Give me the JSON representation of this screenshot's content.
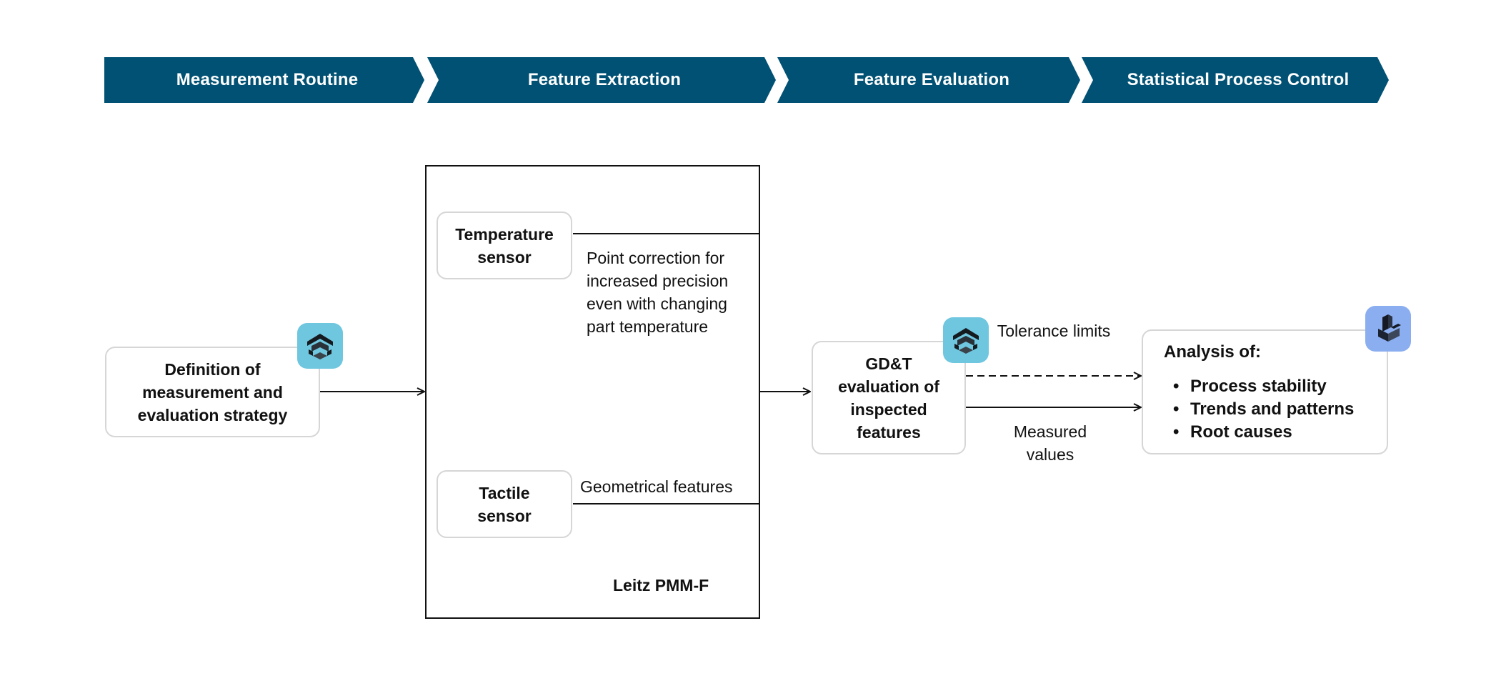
{
  "banner": {
    "steps": [
      "Measurement Routine",
      "Feature Extraction",
      "Feature Evaluation",
      "Statistical Process Control"
    ]
  },
  "nodes": {
    "strategy": "Definition of measurement and evaluation strategy",
    "temperature_sensor": "Temperature sensor",
    "tactile_sensor": "Tactile sensor",
    "machine": "Leitz PMM-F",
    "gdt": "GD&T evaluation of inspected features",
    "analysis_title": "Analysis of:",
    "analysis_items": [
      "Process stability",
      "Trends and patterns",
      "Root causes"
    ]
  },
  "edge_labels": {
    "temperature_note": "Point correction for increased precision even with changing part temperature",
    "geometry_note": "Geometrical features",
    "tolerance": "Tolerance limits",
    "measured": "Measured values"
  },
  "icons": {
    "strategy_badge": "software-logo-icon",
    "gdt_badge": "software-logo-icon",
    "analysis_badge": "analytics-logo-icon"
  },
  "colors": {
    "banner": "#005174",
    "badge_cyan": "#6fc6df",
    "badge_blue": "#8aaeef"
  }
}
